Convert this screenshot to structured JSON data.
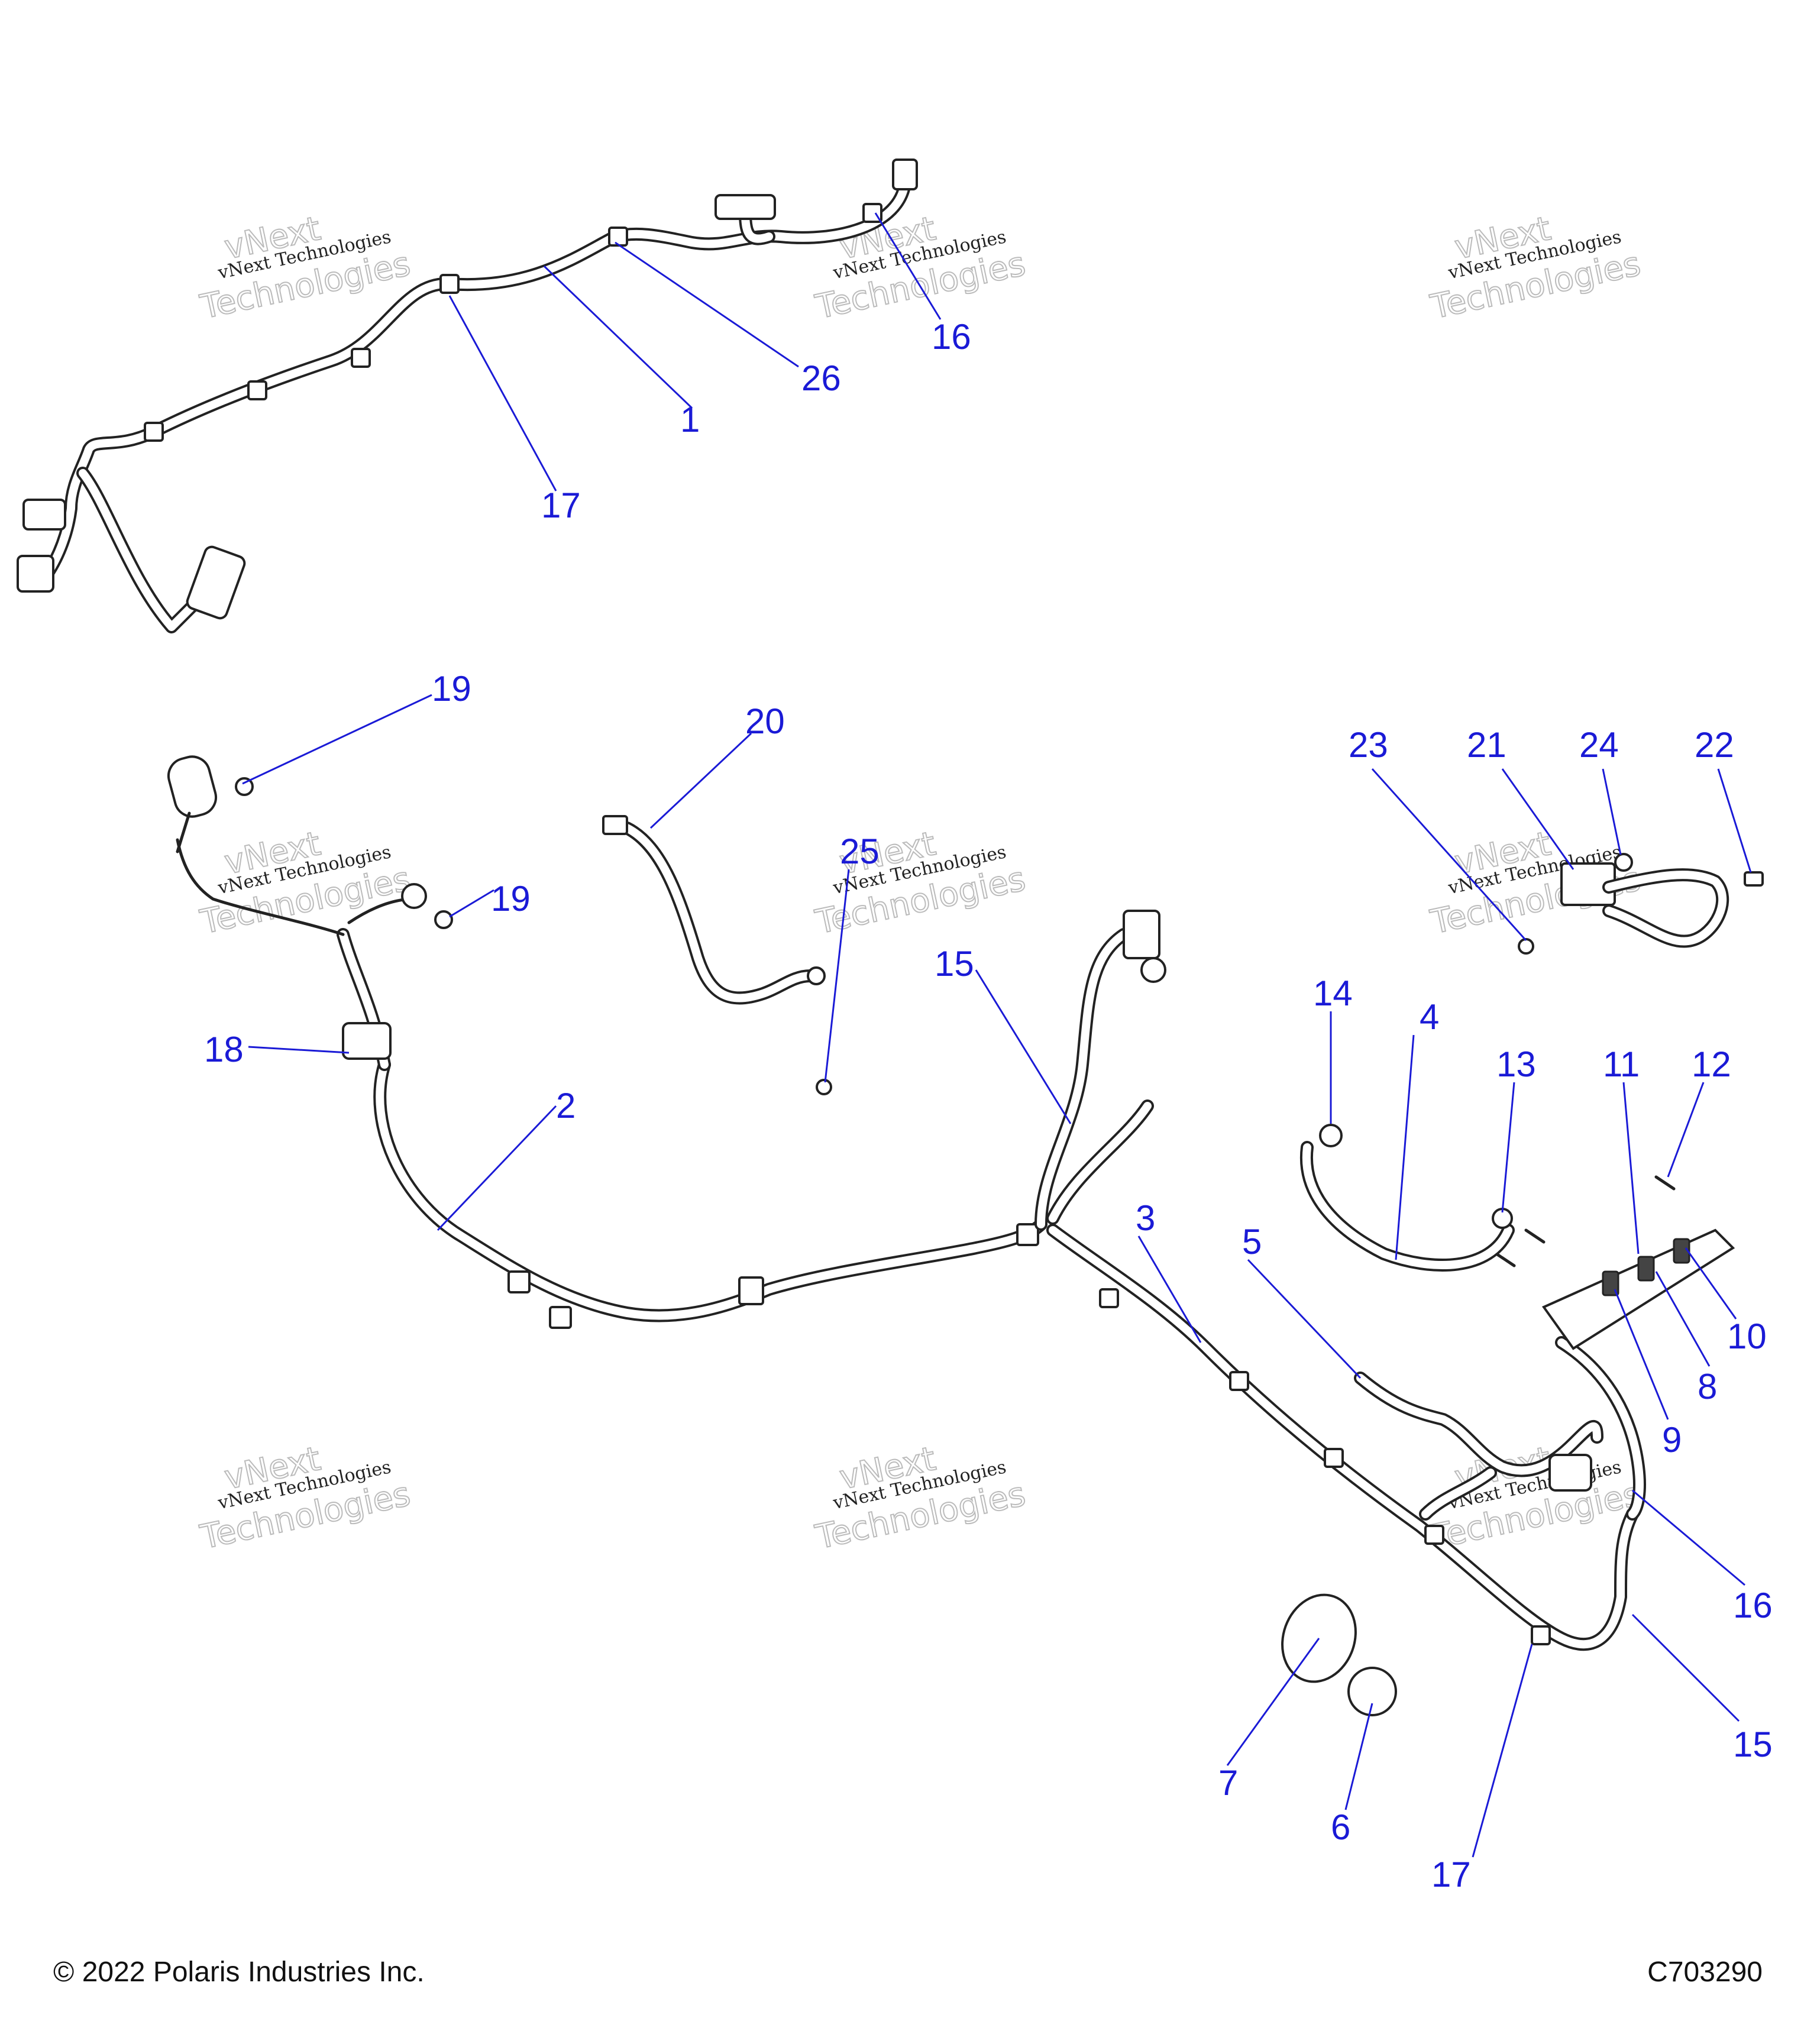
{
  "callouts": {
    "c1": "1",
    "c2": "2",
    "c3": "3",
    "c4": "4",
    "c5": "5",
    "c6": "6",
    "c7": "7",
    "c8": "8",
    "c9": "9",
    "c10": "10",
    "c11": "11",
    "c12": "12",
    "c13": "13",
    "c14": "14",
    "c15a": "15",
    "c15b": "15",
    "c16a": "16",
    "c16b": "16",
    "c17a": "17",
    "c17b": "17",
    "c18": "18",
    "c19a": "19",
    "c19b": "19",
    "c20": "20",
    "c21": "21",
    "c22": "22",
    "c23": "23",
    "c24": "24",
    "c25": "25",
    "c26": "26"
  },
  "watermark": {
    "line1": "vNext Technologies",
    "big_top": "vNext",
    "big_bottom": "Technologies"
  },
  "footer": {
    "copyright": "© 2022 Polaris Industries Inc.",
    "diagram_code": "C703290"
  },
  "colors": {
    "callout": "#1a1ad6",
    "line": "#222222"
  }
}
